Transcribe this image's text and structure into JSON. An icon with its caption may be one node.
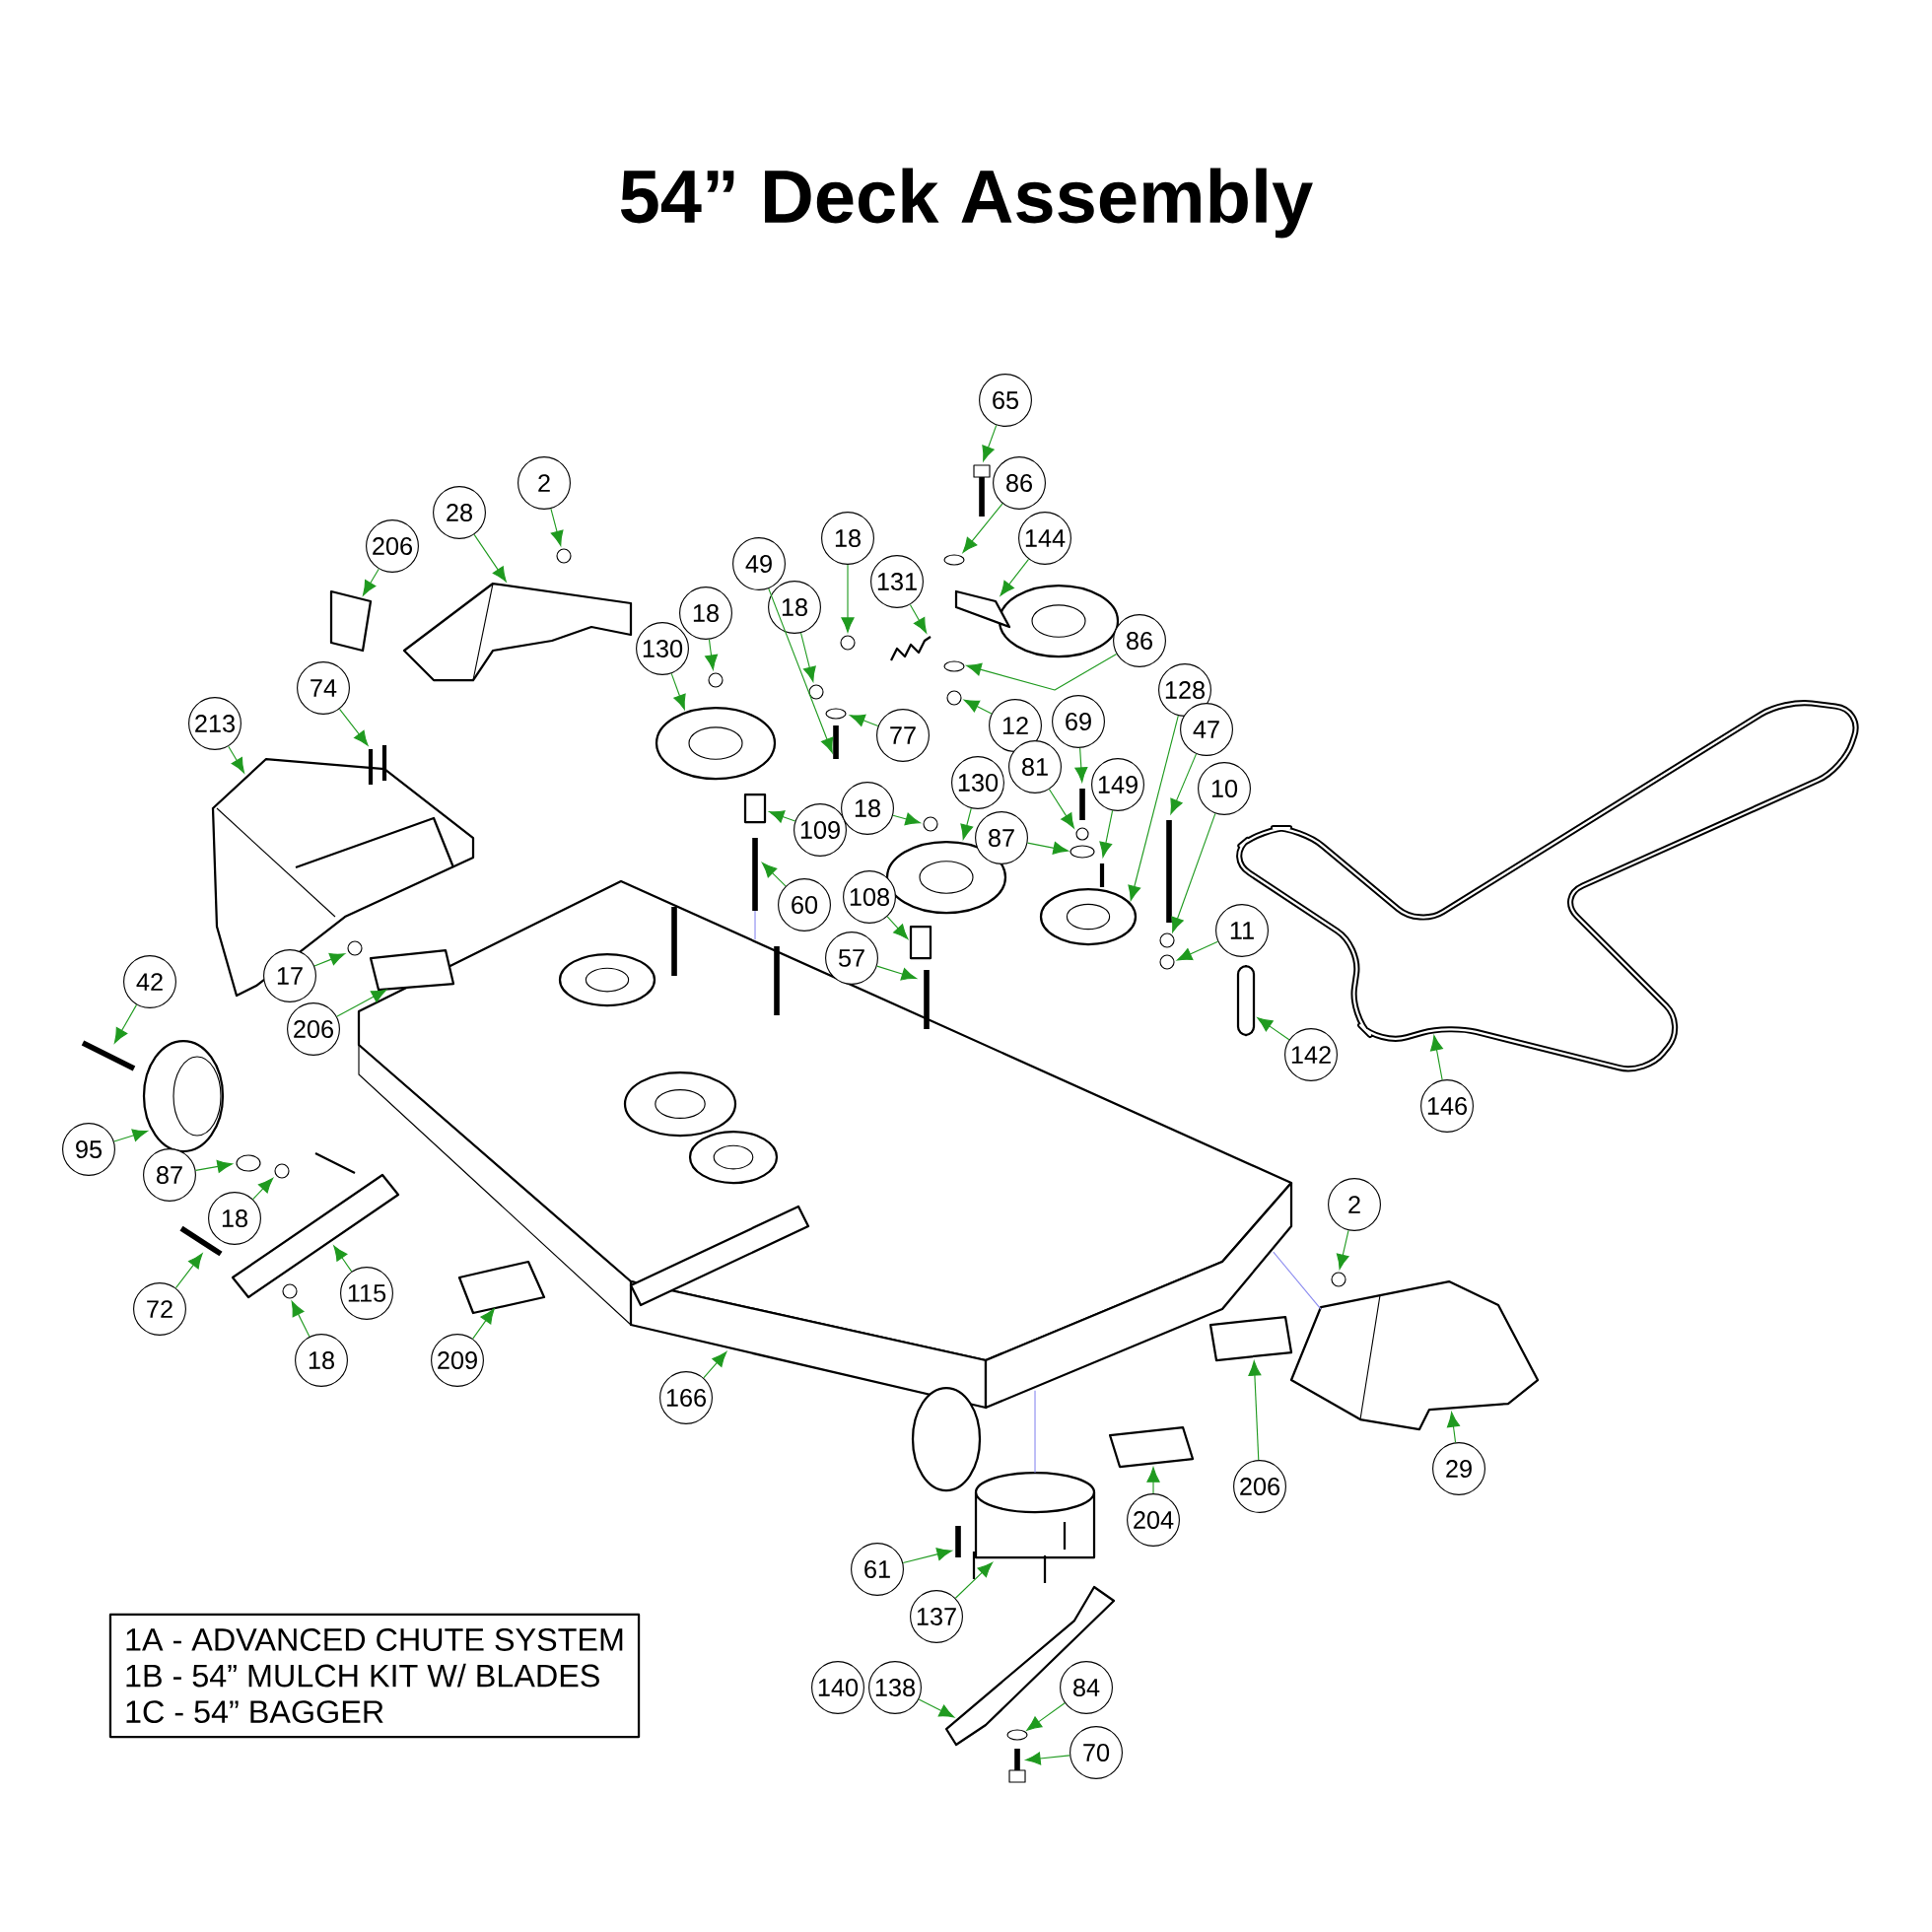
{
  "diagram": {
    "title": "54” Deck Assembly",
    "nodes": [
      {
        "text": [
          "65"
        ]
      },
      {
        "text": [
          "86"
        ]
      },
      {
        "text": [
          "144"
        ]
      },
      {
        "text": [
          "86"
        ]
      },
      {
        "text": [
          "12"
        ]
      },
      {
        "text": [
          "2"
        ]
      },
      {
        "text": [
          "28"
        ]
      },
      {
        "text": [
          "206"
        ]
      },
      {
        "text": [
          "18"
        ]
      },
      {
        "text": [
          "131"
        ]
      },
      {
        "text": [
          "18"
        ]
      },
      {
        "text": [
          "49"
        ]
      },
      {
        "text": [
          "77"
        ]
      },
      {
        "text": [
          "18"
        ]
      },
      {
        "text": [
          "130"
        ]
      },
      {
        "text": [
          "213"
        ]
      },
      {
        "text": [
          "74"
        ]
      },
      {
        "text": [
          "109"
        ]
      },
      {
        "text": [
          "60"
        ]
      },
      {
        "text": [
          "18"
        ]
      },
      {
        "text": [
          "130"
        ]
      },
      {
        "text": [
          "69"
        ]
      },
      {
        "text": [
          "81"
        ]
      },
      {
        "text": [
          "87"
        ]
      },
      {
        "text": [
          "149"
        ]
      },
      {
        "text": [
          "128"
        ]
      },
      {
        "text": [
          "47"
        ]
      },
      {
        "text": [
          "10"
        ]
      },
      {
        "text": [
          "11"
        ]
      },
      {
        "text": [
          "108"
        ]
      },
      {
        "text": [
          "57"
        ]
      },
      {
        "text": [
          "17"
        ]
      },
      {
        "text": [
          "206"
        ]
      },
      {
        "text": [
          "42"
        ]
      },
      {
        "text": [
          "142"
        ]
      },
      {
        "text": [
          "146"
        ]
      },
      {
        "text": [
          "95"
        ]
      },
      {
        "text": [
          "87"
        ]
      },
      {
        "text": [
          "18"
        ]
      },
      {
        "text": [
          "72"
        ]
      },
      {
        "text": [
          "115"
        ]
      },
      {
        "text": [
          "18"
        ]
      },
      {
        "text": [
          "209"
        ]
      },
      {
        "text": [
          "166"
        ]
      },
      {
        "text": [
          "2"
        ]
      },
      {
        "text": [
          "29"
        ]
      },
      {
        "text": [
          "206"
        ]
      },
      {
        "text": [
          "204"
        ]
      },
      {
        "text": [
          "61"
        ]
      },
      {
        "text": [
          "137"
        ]
      },
      {
        "text": [
          "140"
        ]
      },
      {
        "text": [
          "138"
        ]
      },
      {
        "text": [
          "84"
        ]
      },
      {
        "text": [
          "70"
        ]
      },
      {
        "text": [
          "1A - ADVANCED CHUTE SYSTEM",
          "1B - 54” MULCH KIT W/ BLADES",
          "1C - 54” BAGGER"
        ]
      },
      {
        "text": [],
        "shape": "bar"
      },
      {
        "text": [],
        "shape": "circle"
      },
      {
        "text": [],
        "shape": "picture"
      },
      {
        "text": [],
        "shape": "circle"
      },
      {
        "text": [],
        "shape": "circle"
      },
      {
        "text": [],
        "shape": "circle"
      },
      {
        "text": [],
        "shape": "picture"
      },
      {
        "text": [],
        "shape": "box"
      },
      {
        "text": [],
        "shape": "circle"
      },
      {
        "text": [],
        "shape": "picture"
      },
      {
        "text": [],
        "shape": "circle"
      },
      {
        "text": [],
        "shape": "bar"
      },
      {
        "text": [],
        "shape": "circle"
      },
      {
        "text": [],
        "shape": "circle"
      },
      {
        "text": [],
        "shape": "picture"
      },
      {
        "text": [],
        "shape": "picture"
      },
      {
        "text": [],
        "shape": "bar"
      },
      {
        "text": [],
        "shape": "box"
      },
      {
        "text": [],
        "shape": "bar"
      },
      {
        "text": [],
        "shape": "circle"
      },
      {
        "text": [],
        "shape": "picture"
      },
      {
        "text": [],
        "shape": "bar"
      },
      {
        "text": [],
        "shape": "circle"
      },
      {
        "text": [],
        "shape": "circle"
      },
      {
        "text": [],
        "shape": "bar"
      },
      {
        "text": [],
        "shape": "picture"
      },
      {
        "text": [],
        "shape": "bar"
      },
      {
        "text": [],
        "shape": "circle"
      },
      {
        "text": [],
        "shape": "circle"
      },
      {
        "text": [],
        "shape": "box"
      },
      {
        "text": [],
        "shape": "bar"
      },
      {
        "text": [],
        "shape": "circle"
      },
      {
        "text": [],
        "shape": "box"
      },
      {
        "text": [],
        "shape": "bar"
      },
      {
        "text": [],
        "shape": "box"
      },
      {
        "text": [],
        "shape": "picture"
      },
      {
        "text": [],
        "shape": "picture"
      },
      {
        "text": [],
        "shape": "circle"
      },
      {
        "text": [],
        "shape": "circle"
      },
      {
        "text": [],
        "shape": "bar"
      },
      {
        "text": [],
        "shape": "picture"
      },
      {
        "text": [],
        "shape": "circle"
      },
      {
        "text": [],
        "shape": "box"
      },
      {
        "text": [],
        "shape": "picture"
      },
      {
        "text": [],
        "shape": "circle"
      },
      {
        "text": [],
        "shape": "picture"
      },
      {
        "text": [],
        "shape": "box"
      },
      {
        "text": [],
        "shape": "box"
      },
      {
        "text": [],
        "shape": "bar"
      },
      {
        "text": [],
        "shape": "picture"
      },
      {
        "text": [],
        "shape": "picture"
      },
      {
        "text": [],
        "shape": "circle"
      },
      {
        "text": [],
        "shape": "bar"
      }
    ],
    "edges": [
      {
        "from": 0,
        "to": 55,
        "arrow": "to"
      },
      {
        "from": 1,
        "to": 56,
        "arrow": "to"
      },
      {
        "from": 2,
        "to": 57,
        "arrow": "to"
      },
      {
        "from": 3,
        "to": 58,
        "arrow": "to"
      },
      {
        "from": 4,
        "to": 59,
        "arrow": "to"
      },
      {
        "from": 5,
        "to": 60,
        "arrow": "to"
      },
      {
        "from": 6,
        "to": 61,
        "arrow": "to"
      },
      {
        "from": 7,
        "to": 62,
        "arrow": "to"
      },
      {
        "from": 8,
        "to": 63,
        "arrow": "to"
      },
      {
        "from": 9,
        "to": 64,
        "arrow": "to"
      },
      {
        "from": 10,
        "to": 65,
        "arrow": "to"
      },
      {
        "from": 11,
        "to": 66,
        "arrow": "to"
      },
      {
        "from": 12,
        "to": 67,
        "arrow": "to"
      },
      {
        "from": 13,
        "to": 68,
        "arrow": "to"
      },
      {
        "from": 14,
        "to": 69,
        "arrow": "to"
      },
      {
        "from": 15,
        "to": 70,
        "arrow": "to"
      },
      {
        "from": 16,
        "to": 71,
        "arrow": "to"
      },
      {
        "from": 17,
        "to": 72,
        "arrow": "to"
      },
      {
        "from": 18,
        "to": 73,
        "arrow": "to"
      },
      {
        "from": 19,
        "to": 74,
        "arrow": "to"
      },
      {
        "from": 20,
        "to": 75,
        "arrow": "to"
      },
      {
        "from": 21,
        "to": 76,
        "arrow": "to"
      },
      {
        "from": 22,
        "to": 77,
        "arrow": "to"
      },
      {
        "from": 23,
        "to": 78,
        "arrow": "to"
      },
      {
        "from": 24,
        "to": 79,
        "arrow": "to"
      },
      {
        "from": 25,
        "to": 80,
        "arrow": "to"
      },
      {
        "from": 26,
        "to": 81,
        "arrow": "to"
      },
      {
        "from": 27,
        "to": 82,
        "arrow": "to"
      },
      {
        "from": 28,
        "to": 83,
        "arrow": "to"
      },
      {
        "from": 29,
        "to": 84,
        "arrow": "to"
      },
      {
        "from": 30,
        "to": 85,
        "arrow": "to"
      },
      {
        "from": 31,
        "to": 86,
        "arrow": "to"
      },
      {
        "from": 32,
        "to": 87,
        "arrow": "to"
      },
      {
        "from": 33,
        "to": 88,
        "arrow": "to"
      },
      {
        "from": 34,
        "to": 89,
        "arrow": "to"
      },
      {
        "from": 35,
        "to": 90,
        "arrow": "to"
      },
      {
        "from": 36,
        "to": 91,
        "arrow": "to"
      },
      {
        "from": 37,
        "to": 92,
        "arrow": "to"
      },
      {
        "from": 38,
        "to": 93,
        "arrow": "to"
      },
      {
        "from": 39,
        "to": 94,
        "arrow": "to"
      },
      {
        "from": 40,
        "to": 95,
        "arrow": "to"
      },
      {
        "from": 41,
        "to": 96,
        "arrow": "to"
      },
      {
        "from": 42,
        "to": 97,
        "arrow": "to"
      },
      {
        "from": 43,
        "to": 98,
        "arrow": "to"
      },
      {
        "from": 44,
        "to": 99,
        "arrow": "to"
      },
      {
        "from": 45,
        "to": 100,
        "arrow": "to"
      },
      {
        "from": 46,
        "to": 101,
        "arrow": "to"
      },
      {
        "from": 47,
        "to": 102,
        "arrow": "to"
      },
      {
        "from": 48,
        "to": 103,
        "arrow": "to"
      },
      {
        "from": 49,
        "to": 104,
        "arrow": "to"
      },
      {
        "from": 51,
        "to": 105,
        "arrow": "to"
      },
      {
        "from": 52,
        "to": 106,
        "arrow": "to"
      },
      {
        "from": 53,
        "to": 107,
        "arrow": "to"
      },
      {
        "from": 73,
        "to": 98,
        "arrow": "none",
        "color": "#8c8cf0"
      },
      {
        "from": 100,
        "to": 98,
        "arrow": "none",
        "color": "#8c8cf0"
      },
      {
        "from": 104,
        "to": 98,
        "arrow": "none",
        "color": "#8c8cf0"
      }
    ]
  }
}
